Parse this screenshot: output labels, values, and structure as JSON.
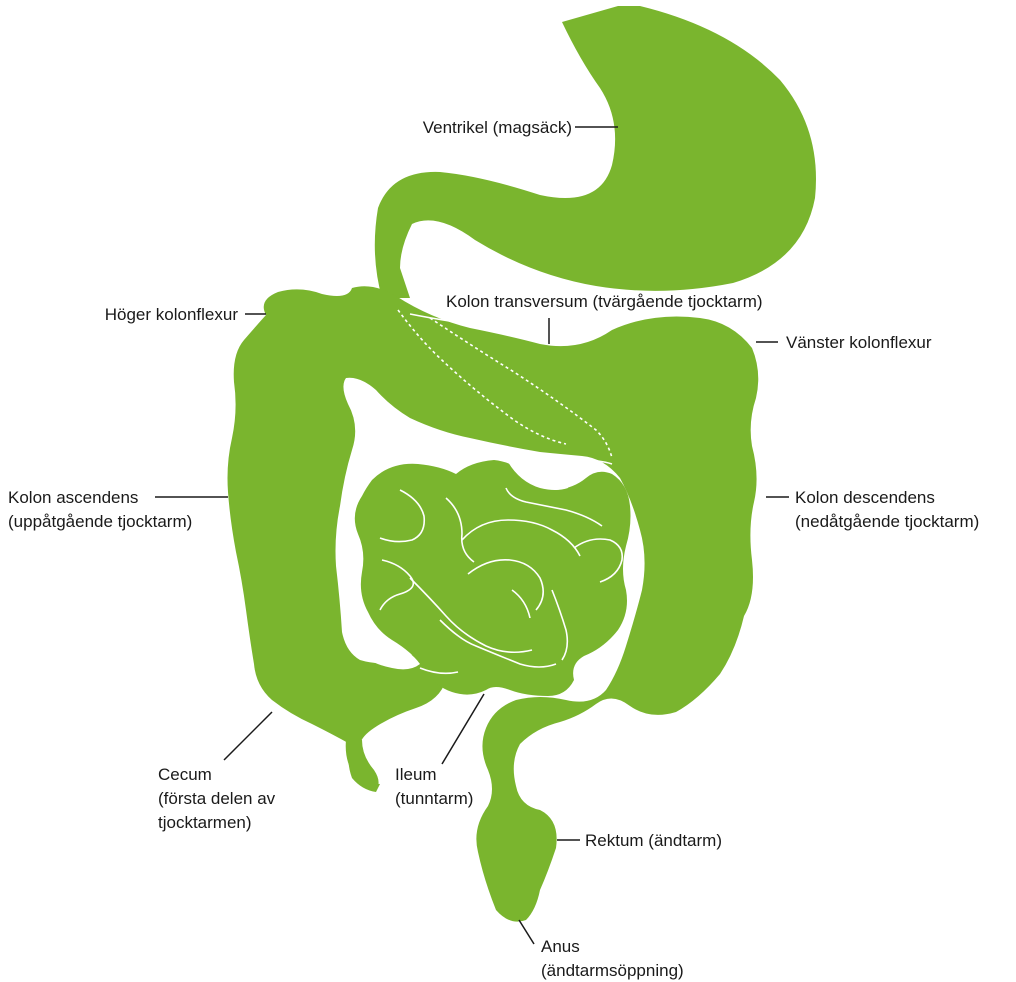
{
  "colors": {
    "organ": "#7ab52e",
    "line": "#1a1a1a",
    "background": "#ffffff"
  },
  "labels": {
    "ventrikel": [
      "Ventrikel (magsäck)"
    ],
    "hoger_kolonflexur": [
      "Höger kolonflexur"
    ],
    "kolon_transversum": [
      "Kolon transversum (tvärgående tjocktarm)"
    ],
    "vanster_kolonflexur": [
      "Vänster kolonflexur"
    ],
    "kolon_ascendens": [
      "Kolon ascendens",
      "(uppåtgående tjocktarm)"
    ],
    "kolon_descendens": [
      "Kolon descendens",
      "(nedåtgående tjocktarm)"
    ],
    "cecum": [
      "Cecum",
      "(första delen av",
      "tjocktarmen)"
    ],
    "ileum": [
      "Ileum",
      "(tunntarm)"
    ],
    "rektum": [
      "Rektum (ändtarm)"
    ],
    "anus": [
      "Anus",
      "(ändtarmsöppning)"
    ]
  }
}
